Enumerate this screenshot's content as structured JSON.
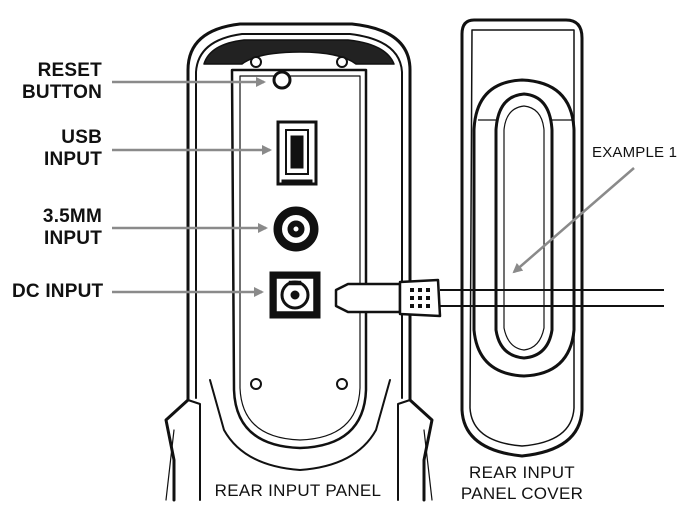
{
  "labels": {
    "reset": [
      "RESET",
      "BUTTON"
    ],
    "usb": [
      "USB",
      "INPUT"
    ],
    "audio": [
      "3.5MM",
      "INPUT"
    ],
    "dc": "DC INPUT",
    "example": "EXAMPLE 1"
  },
  "captions": {
    "panel": "REAR INPUT PANEL",
    "cover": [
      "REAR INPUT",
      "PANEL COVER"
    ]
  },
  "colors": {
    "ink": "#111111",
    "leader": "#8a8a8a",
    "paper": "#ffffff"
  }
}
